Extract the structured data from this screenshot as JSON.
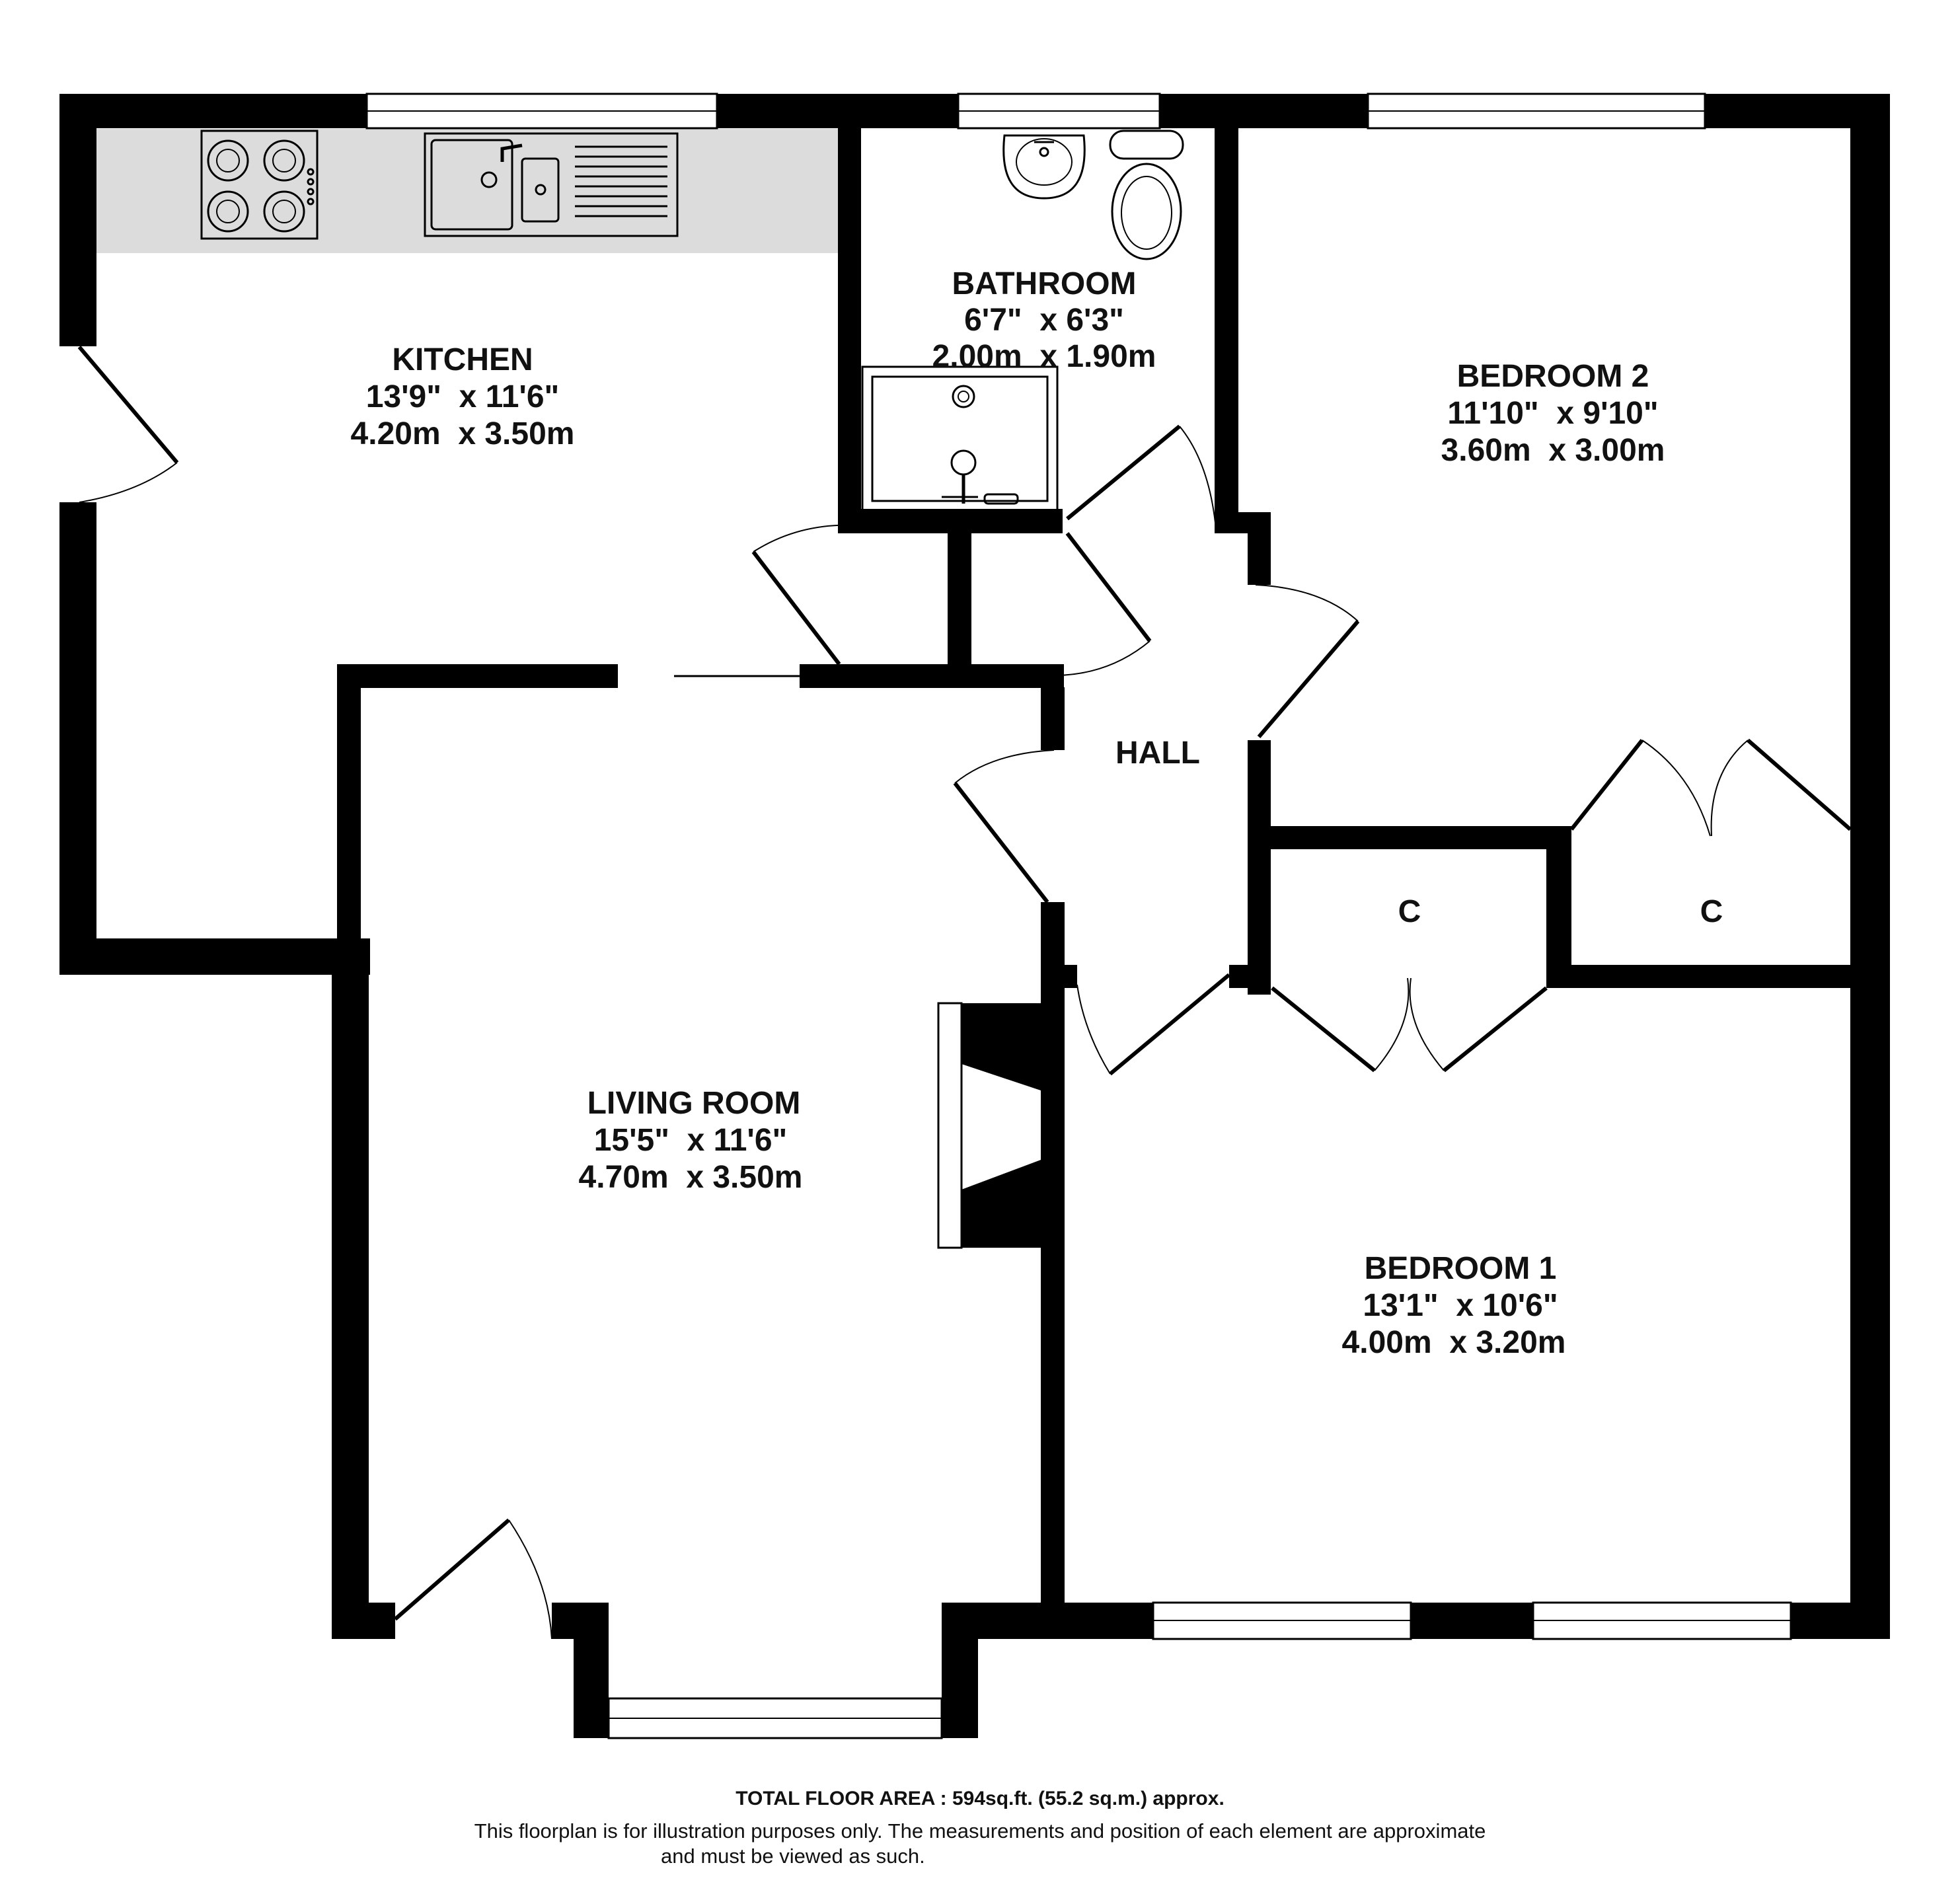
{
  "rooms": {
    "kitchen": {
      "name": "KITCHEN",
      "imperial": "13'9\"  x 11'6\"",
      "metric": "4.20m  x 3.50m"
    },
    "bathroom": {
      "name": "BATHROOM",
      "imperial": "6'7\"  x 6'3\"",
      "metric": "2.00m  x 1.90m"
    },
    "bedroom2": {
      "name": "BEDROOM 2",
      "imperial": "11'10\"  x 9'10\"",
      "metric": "3.60m  x 3.00m"
    },
    "hall": {
      "name": "HALL"
    },
    "cupboard1": {
      "name": "C"
    },
    "cupboard2": {
      "name": "C"
    },
    "living_room": {
      "name": "LIVING ROOM",
      "imperial": "15'5\"  x 11'6\"",
      "metric": "4.70m  x 3.50m"
    },
    "bedroom1": {
      "name": "BEDROOM 1",
      "imperial": "13'1\"  x 10'6\"",
      "metric": "4.00m  x 3.20m"
    }
  },
  "footer": {
    "total_area": "TOTAL FLOOR AREA : 594sq.ft. (55.2 sq.m.) approx.",
    "disclaimer_line1": "This floorplan is for illustration purposes only. The measurements and position of each element are approximate",
    "disclaimer_line2": "and must be viewed as such."
  },
  "colors": {
    "wall": "#000000",
    "counter": "#dcdcdc",
    "window": "#ffffff",
    "background": "#ffffff"
  }
}
